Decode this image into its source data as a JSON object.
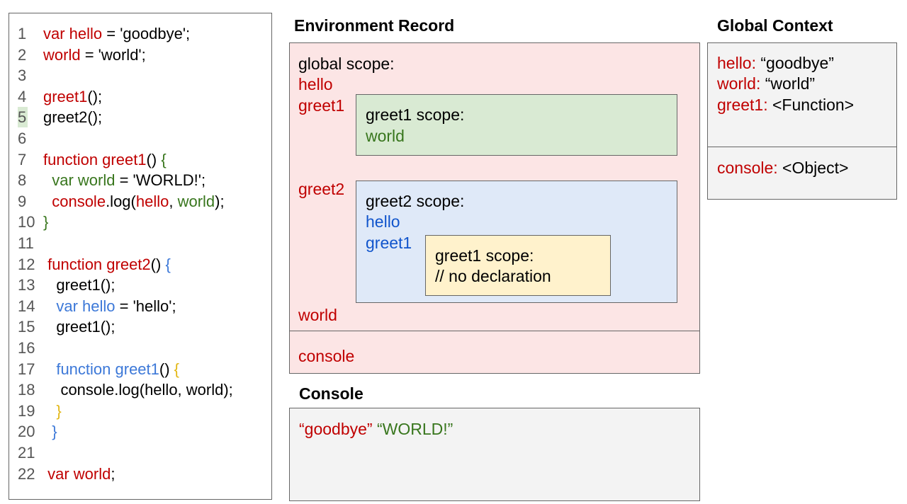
{
  "code": {
    "lines": [
      {
        "num": "1",
        "segs": [
          [
            "var hello",
            "red"
          ],
          [
            " = 'goodbye';",
            "black"
          ]
        ]
      },
      {
        "num": "2",
        "segs": [
          [
            "world",
            "red"
          ],
          [
            " = 'world';",
            "black"
          ]
        ]
      },
      {
        "num": "3",
        "segs": []
      },
      {
        "num": "4",
        "segs": [
          [
            "greet1",
            "red"
          ],
          [
            "();",
            "black"
          ]
        ]
      },
      {
        "num": "5",
        "hl": true,
        "segs": [
          [
            "greet2();",
            "black"
          ]
        ]
      },
      {
        "num": "6",
        "segs": []
      },
      {
        "num": "7",
        "segs": [
          [
            "function greet1",
            "red"
          ],
          [
            "() ",
            "black"
          ],
          [
            "{",
            "green"
          ]
        ]
      },
      {
        "num": "8",
        "segs": [
          [
            "  var world",
            "green"
          ],
          [
            " = 'WORLD!';",
            "black"
          ]
        ]
      },
      {
        "num": "9",
        "segs": [
          [
            "  console",
            "red"
          ],
          [
            ".log(",
            "black"
          ],
          [
            "hello",
            "red"
          ],
          [
            ", ",
            "black"
          ],
          [
            "world",
            "green"
          ],
          [
            ");",
            "black"
          ]
        ]
      },
      {
        "num": "10",
        "segs": [
          [
            "}",
            "green"
          ]
        ]
      },
      {
        "num": "11",
        "segs": []
      },
      {
        "num": "12",
        "segs": [
          [
            " function greet2",
            "red"
          ],
          [
            "() ",
            "black"
          ],
          [
            "{",
            "blue"
          ]
        ]
      },
      {
        "num": "13",
        "segs": [
          [
            "   greet1();",
            "black"
          ]
        ]
      },
      {
        "num": "14",
        "segs": [
          [
            "   var hello",
            "blue"
          ],
          [
            " = 'hello';",
            "black"
          ]
        ]
      },
      {
        "num": "15",
        "segs": [
          [
            "   greet1();",
            "black"
          ]
        ]
      },
      {
        "num": "16",
        "segs": []
      },
      {
        "num": "17",
        "segs": [
          [
            "   function greet1",
            "blue"
          ],
          [
            "() ",
            "black"
          ],
          [
            "{",
            "yellow"
          ]
        ]
      },
      {
        "num": "18",
        "segs": [
          [
            "    console.log(hello, world);",
            "black"
          ]
        ]
      },
      {
        "num": "19",
        "segs": [
          [
            "   }",
            "yellow"
          ]
        ]
      },
      {
        "num": "20",
        "segs": [
          [
            "  }",
            "blue"
          ]
        ]
      },
      {
        "num": "21",
        "segs": []
      },
      {
        "num": "22",
        "segs": [
          [
            " var world",
            "red"
          ],
          [
            ";",
            "black"
          ]
        ]
      }
    ]
  },
  "env": {
    "heading": "Environment Record",
    "global_label": "global scope:",
    "hello": "hello",
    "greet1": "greet1",
    "greet2": "greet2",
    "world": "world",
    "console": "console",
    "greet1_scope": {
      "title": "greet1 scope:",
      "var": "world"
    },
    "greet2_scope": {
      "title": "greet2 scope:",
      "var1": "hello",
      "var2": "greet1"
    },
    "inner_greet1_scope": {
      "title": "greet1 scope:",
      "note": "// no declaration"
    }
  },
  "global_context": {
    "heading": "Global Context",
    "rows": [
      {
        "key": "hello:",
        "value": " “goodbye”"
      },
      {
        "key": "world:",
        "value": " “world”"
      },
      {
        "key": "greet1:",
        "value": " <Function>"
      }
    ],
    "console_key": "console:",
    "console_value": " <Object>"
  },
  "console": {
    "heading": "Console",
    "out1": "“goodbye”",
    "out2": " “WORLD!”"
  }
}
